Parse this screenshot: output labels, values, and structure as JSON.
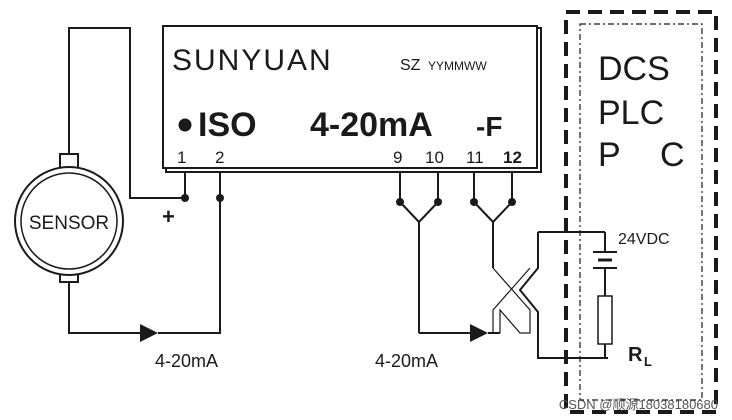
{
  "module": {
    "brand": "SUNYUAN",
    "date_code_prefix": "SZ",
    "date_code": "YYMMWW",
    "model_main": "ISO",
    "model_range": "4-20mA",
    "model_suffix": "-F",
    "pins": [
      "1",
      "2",
      "9",
      "10",
      "11",
      "12"
    ]
  },
  "sensor": {
    "label": "SENSOR",
    "plus_sign": "+"
  },
  "signals": {
    "input_label": "4-20mA",
    "output_label": "4-20mA"
  },
  "controller": {
    "line1": "DCS",
    "line2": "PLC",
    "line3_a": "P",
    "line3_b": "C",
    "supply_label": "24VDC",
    "load_label": "R",
    "load_subscript": "L"
  },
  "watermark": {
    "text": "CSDN @顺源18038180680"
  }
}
